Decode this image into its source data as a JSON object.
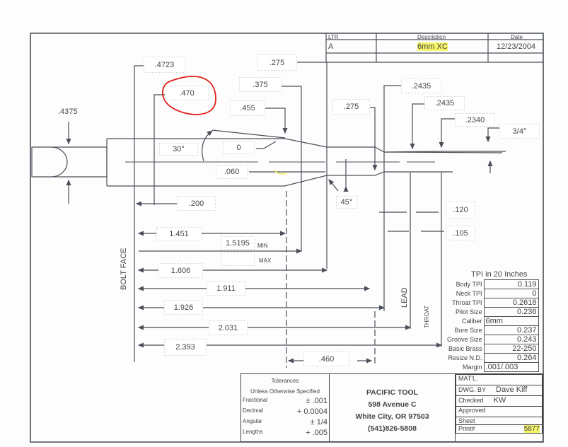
{
  "revision_block": {
    "headers": [
      "LTR",
      "Description",
      "Date"
    ],
    "rows": [
      [
        "A",
        "6mm XC",
        "12/23/2004"
      ]
    ]
  },
  "dimensions": {
    "d_4723": ".4723",
    "d_275_top": ".275",
    "d_470": ".470",
    "d_375": ".375",
    "d_455": ".455",
    "d_4375": ".4375",
    "angle_30": "30°",
    "d_0": "0",
    "d_060": ".060",
    "d_200": ".200",
    "d_275_right": ".275",
    "d_2435_a": ".2435",
    "d_2435_b": ".2435",
    "d_2340": ".2340",
    "angle_3_4": "3/4°",
    "angle_45": "45°",
    "d_120": ".120",
    "d_105": ".105",
    "len_1451": "1.451",
    "len_15195": "1.5195",
    "min_label": "MIN",
    "max_label": "MAX",
    "len_1606": "1.606",
    "len_1911": "1.911",
    "len_1926": "1.926",
    "len_2031": "2.031",
    "len_2393": "2.393",
    "len_460": ".460",
    "bolt_face": "BOLT FACE",
    "lead": "LEAD",
    "throat": "THROAT"
  },
  "tpi": {
    "title": "TPI in 20 Inches",
    "rows": [
      {
        "label": "Body TPI",
        "value": "0.119"
      },
      {
        "label": "Neck TPI",
        "value": "0"
      },
      {
        "label": "Throat TPI",
        "value": "0.2618"
      },
      {
        "label": "Pilot Size",
        "value": "0.236"
      },
      {
        "label": "Caliber",
        "value": "6mm"
      },
      {
        "label": "Bore Size",
        "value": "0.237"
      },
      {
        "label": "Groove Size",
        "value": "0.243"
      },
      {
        "label": "Basic Brass",
        "value": "22-250"
      },
      {
        "label": "Resize N.D.",
        "value": "0.264"
      },
      {
        "label": "Margin",
        "value": ".001/.003"
      }
    ]
  },
  "tolerances": {
    "title": "Tolerances",
    "subtitle": "Unless Otherwise Specified",
    "rows": [
      {
        "label": "Fractional",
        "value": "± .001"
      },
      {
        "label": "Decimal",
        "value": "+ 0.0004"
      },
      {
        "label": "Angular",
        "value": "± 1/4"
      },
      {
        "label": "Lengths",
        "value": "+ .005"
      }
    ]
  },
  "company": {
    "name": "PACIFIC TOOL",
    "address1": "598 Avenue C",
    "address2": "White City, OR 97503",
    "phone": "(541)826-5808"
  },
  "info": {
    "matl_label": "MAT'L.",
    "dwg_by_label": "DWG. BY",
    "dwg_by": "Dave Kiff",
    "checked_label": "Checked",
    "checked": "KW",
    "approved_label": "Approved",
    "sheet_label": "Sheet",
    "print_label": "Print#",
    "print": "5877"
  },
  "colors": {
    "ink": "#4a4f58",
    "highlight": "#f5f56a",
    "annotation": "#e0201a"
  }
}
